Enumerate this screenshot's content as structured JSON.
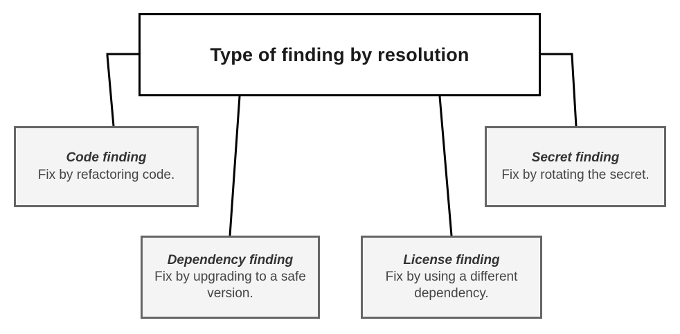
{
  "diagram": {
    "type": "hierarchy-tree",
    "root": {
      "title": "Type of finding by resolution"
    },
    "children": [
      {
        "id": "code-finding",
        "title": "Code finding",
        "description": "Fix by refactoring code."
      },
      {
        "id": "dependency-finding",
        "title": "Dependency finding",
        "description": "Fix by upgrading to a safe version."
      },
      {
        "id": "license-finding",
        "title": "License finding",
        "description": "Fix by using a different dependency."
      },
      {
        "id": "secret-finding",
        "title": "Secret finding",
        "description": "Fix by rotating the secret."
      }
    ],
    "colors": {
      "background": "#ffffff",
      "root_fill": "#ffffff",
      "root_border": "#000000",
      "child_fill": "#f4f4f4",
      "child_border": "#666666",
      "connector": "#000000",
      "root_text": "#1a1a1a",
      "child_title_text": "#333333",
      "child_desc_text": "#444444"
    }
  }
}
